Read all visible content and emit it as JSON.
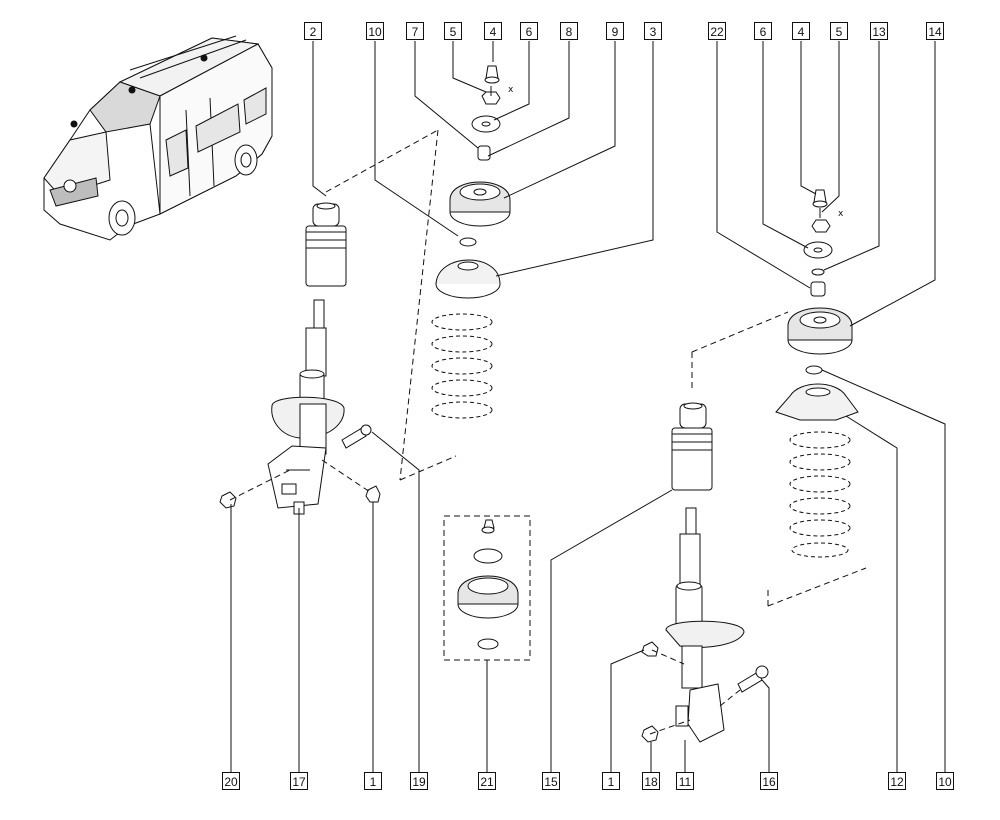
{
  "diagram": {
    "top_callouts": [
      "2",
      "10",
      "7",
      "5",
      "4",
      "6",
      "8",
      "9",
      "3",
      "22",
      "6",
      "4",
      "5",
      "13",
      "14"
    ],
    "bottom_callouts": [
      "20",
      "17",
      "1",
      "19",
      "21",
      "15",
      "1",
      "18",
      "11",
      "16",
      "12",
      "10"
    ],
    "axis_marker": "x",
    "colors": {
      "line": "#111111",
      "fill": "#ffffff",
      "shade": "#cfcfcf"
    }
  }
}
